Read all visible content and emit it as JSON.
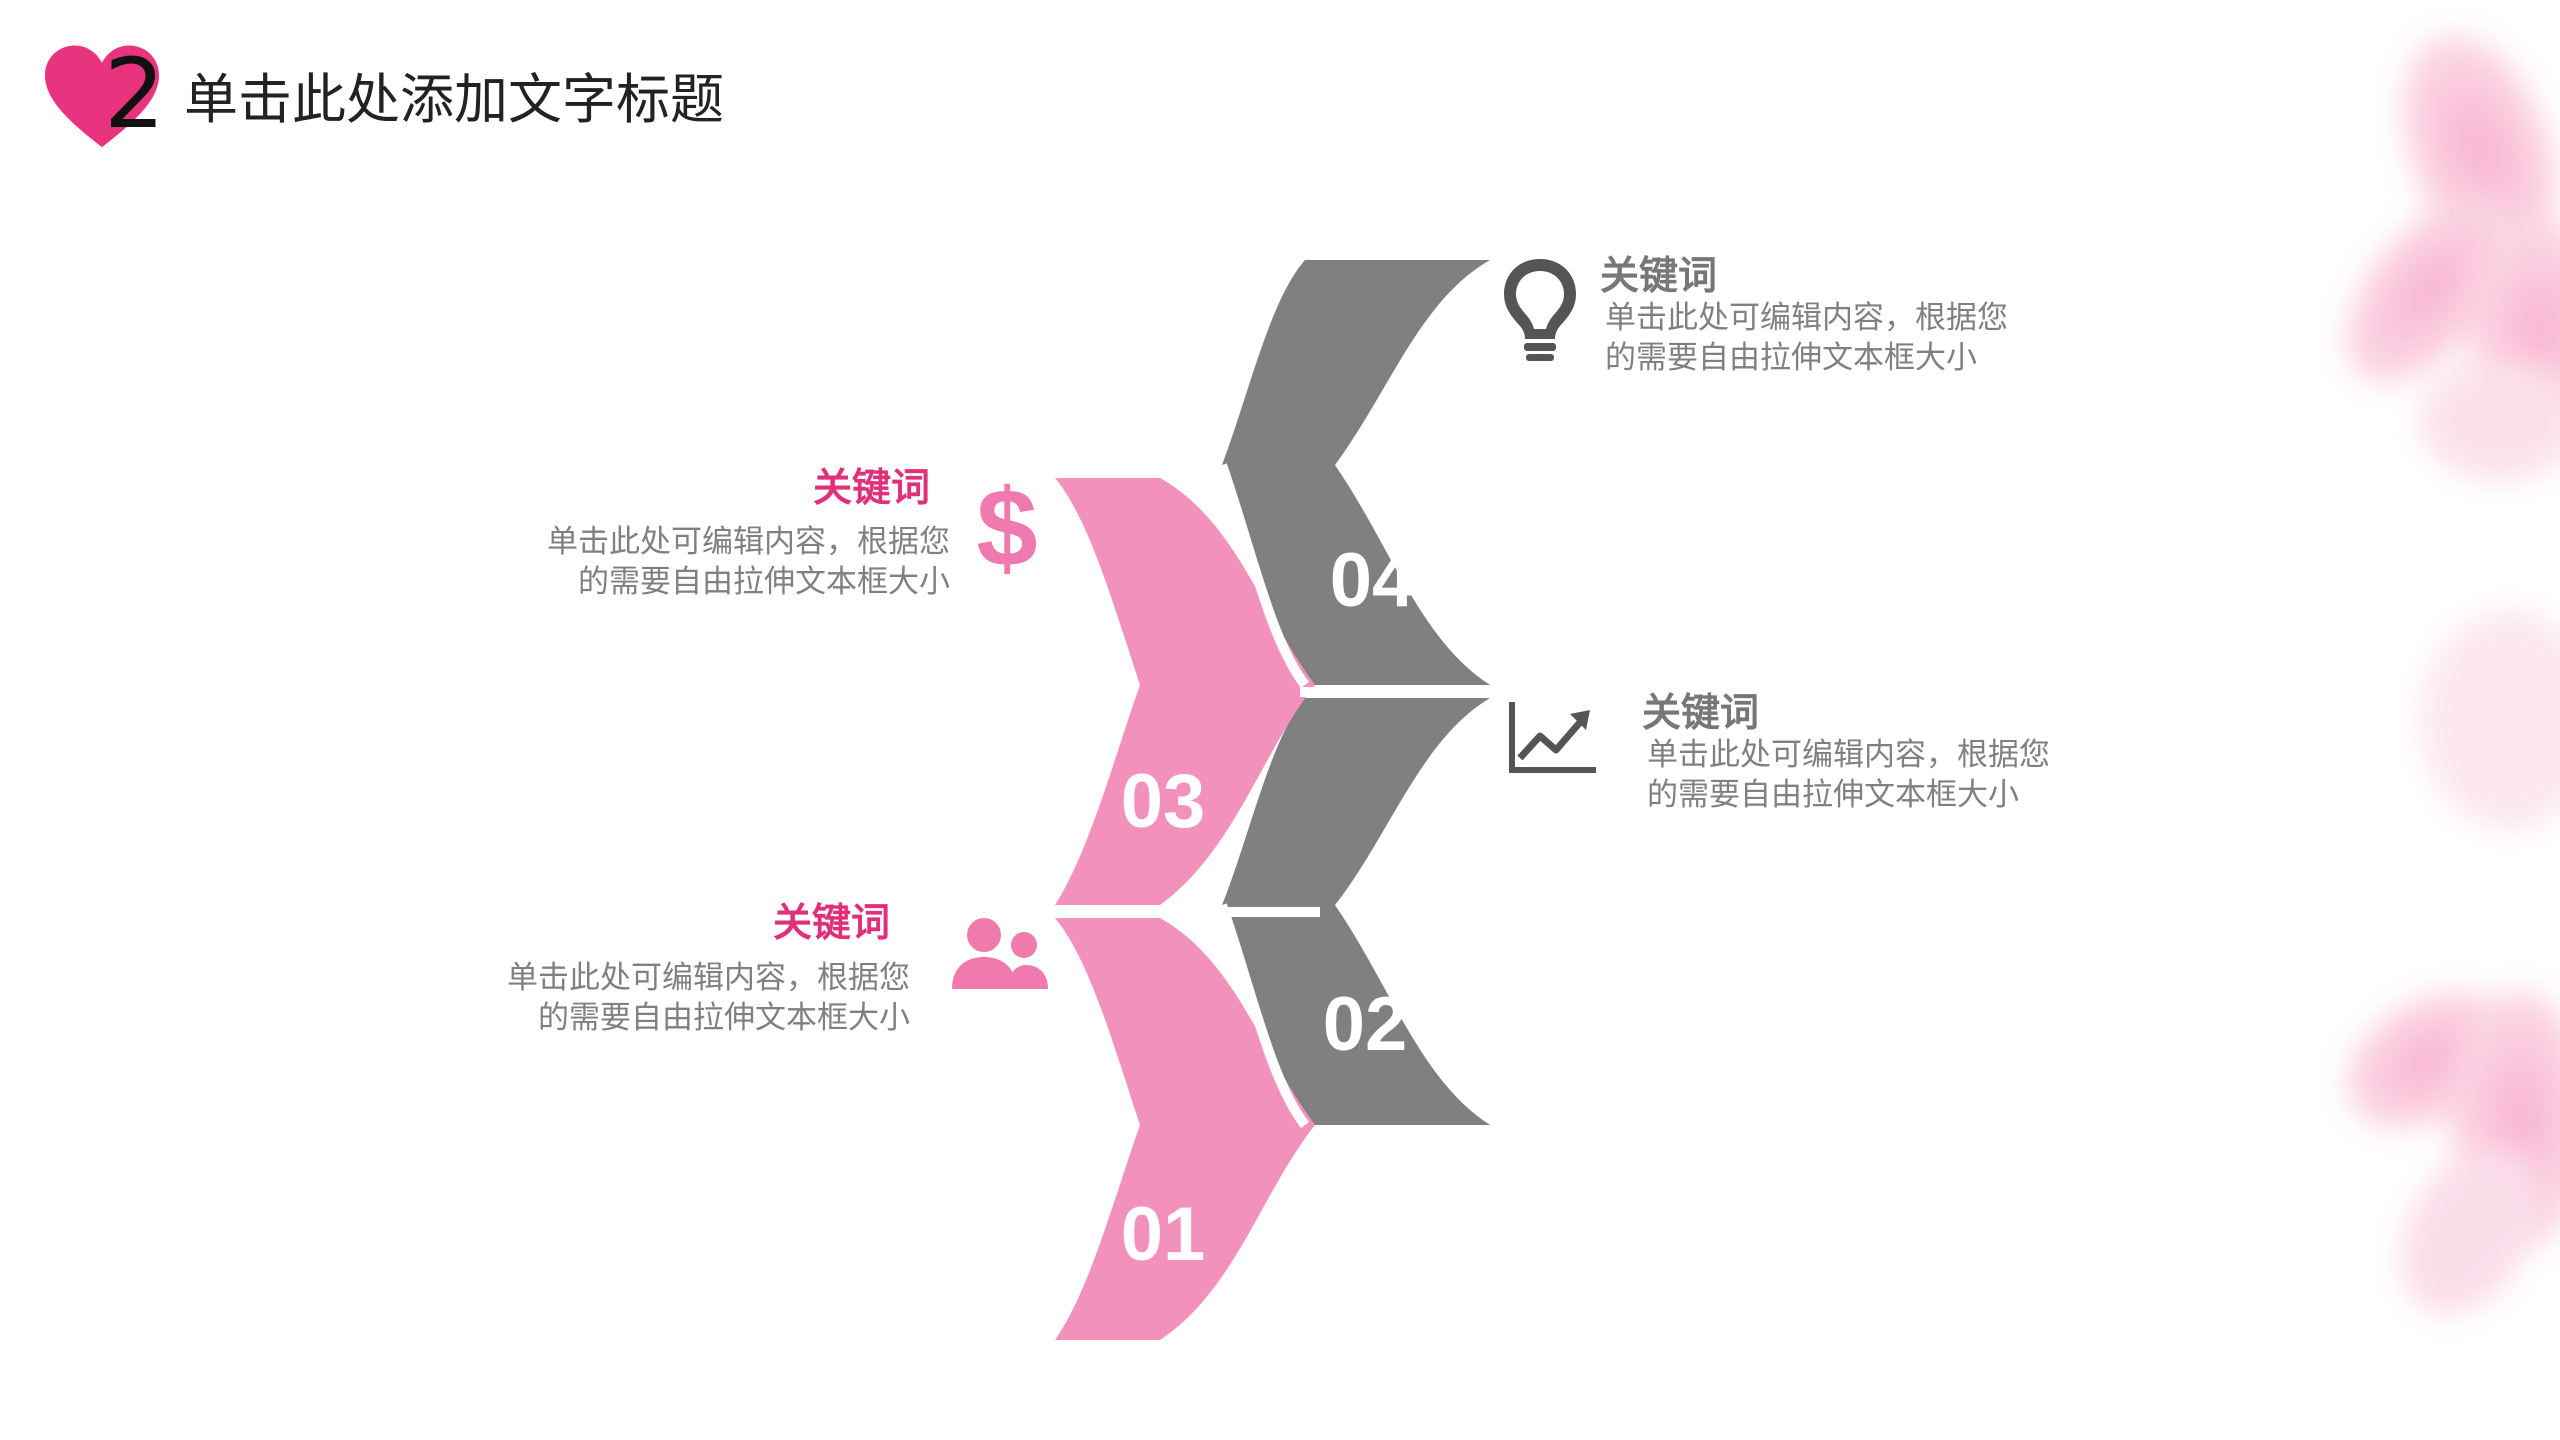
{
  "header": {
    "section_number": "2",
    "title": "单击此处添加文字标题"
  },
  "colors": {
    "accent_pink": "#f391bd",
    "title_pink": "#e0307a",
    "gray": "#808080",
    "heart": "#e8337f"
  },
  "steps": [
    {
      "number": "01",
      "color": "pink"
    },
    {
      "number": "02",
      "color": "gray"
    },
    {
      "number": "03",
      "color": "pink"
    },
    {
      "number": "04",
      "color": "gray"
    }
  ],
  "items": [
    {
      "id": "bottom-left",
      "icon": "users-icon",
      "title": "关键词",
      "desc_line1": "单击此处可编辑内容，根据您",
      "desc_line2": "的需要自由拉伸文本框大小"
    },
    {
      "id": "middle-left",
      "icon": "dollar-icon",
      "title": "关键词",
      "desc_line1": "单击此处可编辑内容，根据您",
      "desc_line2": "的需要自由拉伸文本框大小"
    },
    {
      "id": "top-right",
      "icon": "lightbulb-icon",
      "title": "关键词",
      "desc_line1": "单击此处可编辑内容，根据您",
      "desc_line2": "的需要自由拉伸文本框大小"
    },
    {
      "id": "middle-right",
      "icon": "trend-chart-icon",
      "title": "关键词",
      "desc_line1": "单击此处可编辑内容，根据您",
      "desc_line2": "的需要自由拉伸文本框大小"
    }
  ]
}
